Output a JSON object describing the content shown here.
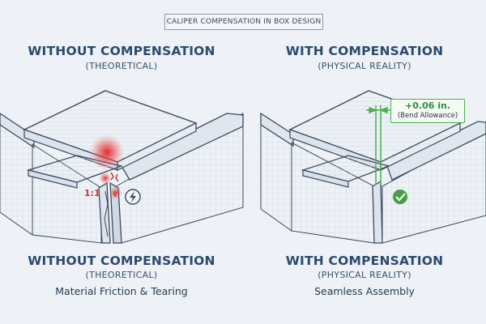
{
  "title": "CALIPER COMPENSATION IN BOX DESIGN",
  "left": {
    "heading": "WITHOUT COMPENSATION",
    "subheading": "(THEORETICAL)",
    "heading_bottom": "WITHOUT COMPENSATION",
    "subheading_bottom": "(THEORETICAL)",
    "caption": "Material Friction & Tearing",
    "ratio_label": "1:1",
    "status_icon": "warning-lightning-icon"
  },
  "right": {
    "heading": "WITH COMPENSATION",
    "subheading": "(PHYSICAL REALITY)",
    "heading_bottom": "WITH COMPENSATION",
    "subheading_bottom": "(PHYSICAL REALITY)",
    "caption": "Seamless Assembly",
    "callout_value": "+0.06 in.",
    "callout_label": "(Bend Allowance)",
    "status_icon": "check-circle-icon"
  },
  "colors": {
    "background": "#eef2f6",
    "heading": "#2b4a6e",
    "board_line": "#3b4a5c",
    "grid": "#b7c4d2",
    "error_red": "#d43838",
    "success_green": "#4caf50"
  }
}
